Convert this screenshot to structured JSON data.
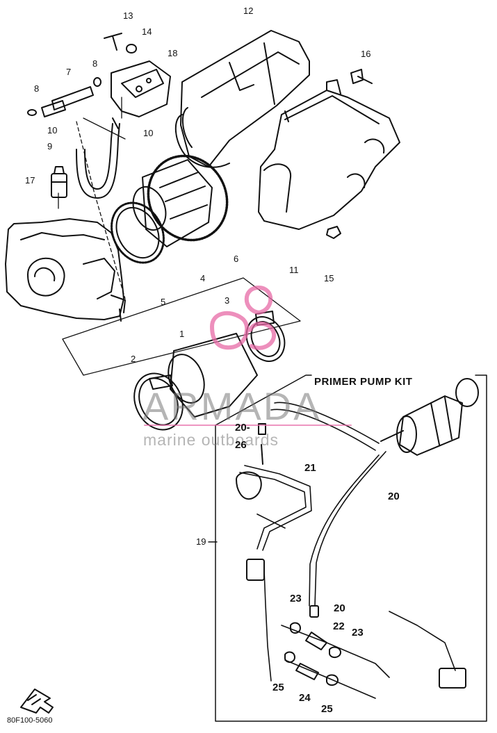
{
  "kit_title": "PRIMER PUMP KIT",
  "diagram_code": "80F100-5060",
  "watermark": {
    "brand": "ARMADA",
    "sub": "marine outboards",
    "brand_color": "#e76aa6",
    "text_color": "#8c8c8c"
  },
  "part_labels": {
    "p1": "1",
    "p2": "2",
    "p3": "3",
    "p4": "4",
    "p5": "5",
    "p6": "6",
    "p7": "7",
    "p8a": "8",
    "p8b": "8",
    "p9": "9",
    "p10a": "10",
    "p10b": "10",
    "p11": "11",
    "p12": "12",
    "p13": "13",
    "p14": "14",
    "p15": "15",
    "p16": "16",
    "p17": "17",
    "p18": "18",
    "p19": "19",
    "p20a": "20-",
    "p20b": "20",
    "p20c": "20",
    "p21": "21",
    "p22": "22",
    "p23a": "23",
    "p23b": "23",
    "p24": "24",
    "p25a": "25",
    "p25b": "25",
    "p26": "26"
  }
}
